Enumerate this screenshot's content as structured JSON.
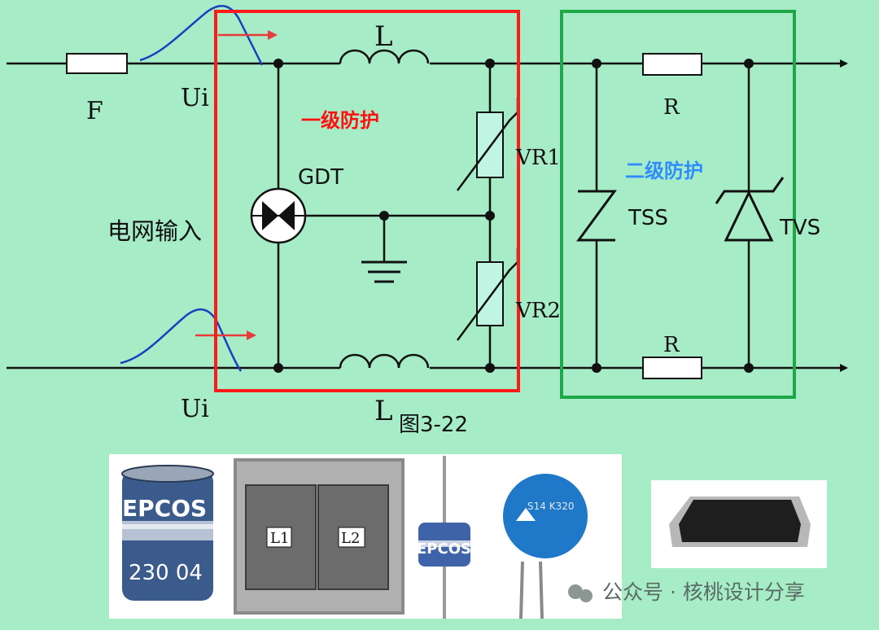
{
  "labels": {
    "fuse": "F",
    "ui_top": "Ui",
    "ui_bottom": "Ui",
    "inductor_top": "L",
    "inductor_bottom": "L",
    "figure_caption": "图3-22",
    "primary_protection": "一级防护",
    "secondary_protection": "二级防护",
    "gdt": "GDT",
    "grid_input": "电网输入",
    "vr1": "VR1",
    "vr2": "VR2",
    "tss": "TSS",
    "tvs": "TVS",
    "r_top": "R",
    "r_bottom": "R"
  },
  "photos": {
    "gdt_large_brand": "EPCOS",
    "gdt_large_code": "230 04",
    "choke_l1": "L1",
    "choke_l2": "L2",
    "gdt_small_brand": "EPCOS",
    "varistor_marking": "S14 K320"
  },
  "watermark": {
    "text": "公众号 · 核桃设计分享"
  },
  "colors": {
    "background": "#a6ecc6",
    "primary_box": "#ff1a1a",
    "secondary_box": "#1fa84a",
    "surge_wave": "#1a3fbf",
    "arrow_red": "#e83a3a",
    "label_blue": "#2f8cff"
  }
}
